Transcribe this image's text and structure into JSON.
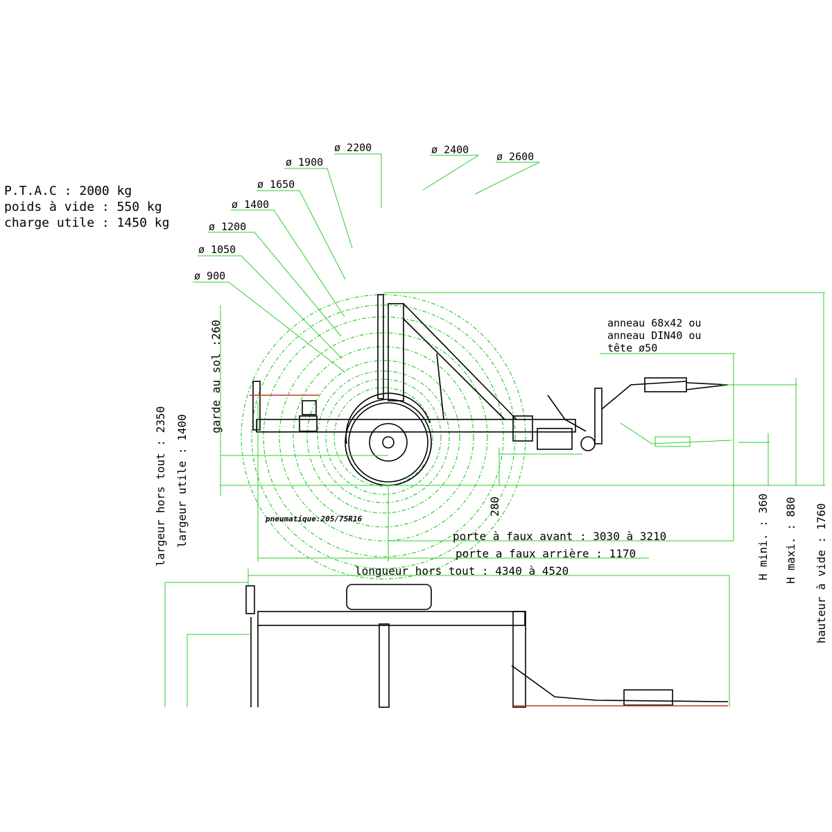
{
  "specs": {
    "ptac": "P.T.A.C : 2000 kg",
    "poids_vide": "poids à vide : 550 kg",
    "charge_utile": "charge utile : 1450 kg"
  },
  "diameters": [
    "ø 900",
    "ø 1050",
    "ø 1200",
    "ø 1400",
    "ø 1650",
    "ø 1900",
    "ø 2200",
    "ø 2400",
    "ø 2600"
  ],
  "hitch_note": {
    "line1": "anneau 68x42 ou",
    "line2": "anneau DIN40 ou",
    "line3": "tête ø50"
  },
  "dimensions": {
    "garde_au_sol": "garde au sol :260",
    "largeur_hors_tout": "largeur hors tout : 2350",
    "largeur_utile": "largeur utile : 1400",
    "h280": "280",
    "pneumatique": "pneumatique:205/75R16",
    "porte_a_faux_avant": "porte à faux avant : 3030 à 3210",
    "porte_a_faux_arriere": "porte a faux arrière : 1170",
    "longueur_hors_tout": "longueur hors tout : 4340 à 4520",
    "h_mini": "H mini. : 360",
    "h_maxi": "H maxi. : 880",
    "hauteur_a_vide": "hauteur à vide : 1760"
  }
}
